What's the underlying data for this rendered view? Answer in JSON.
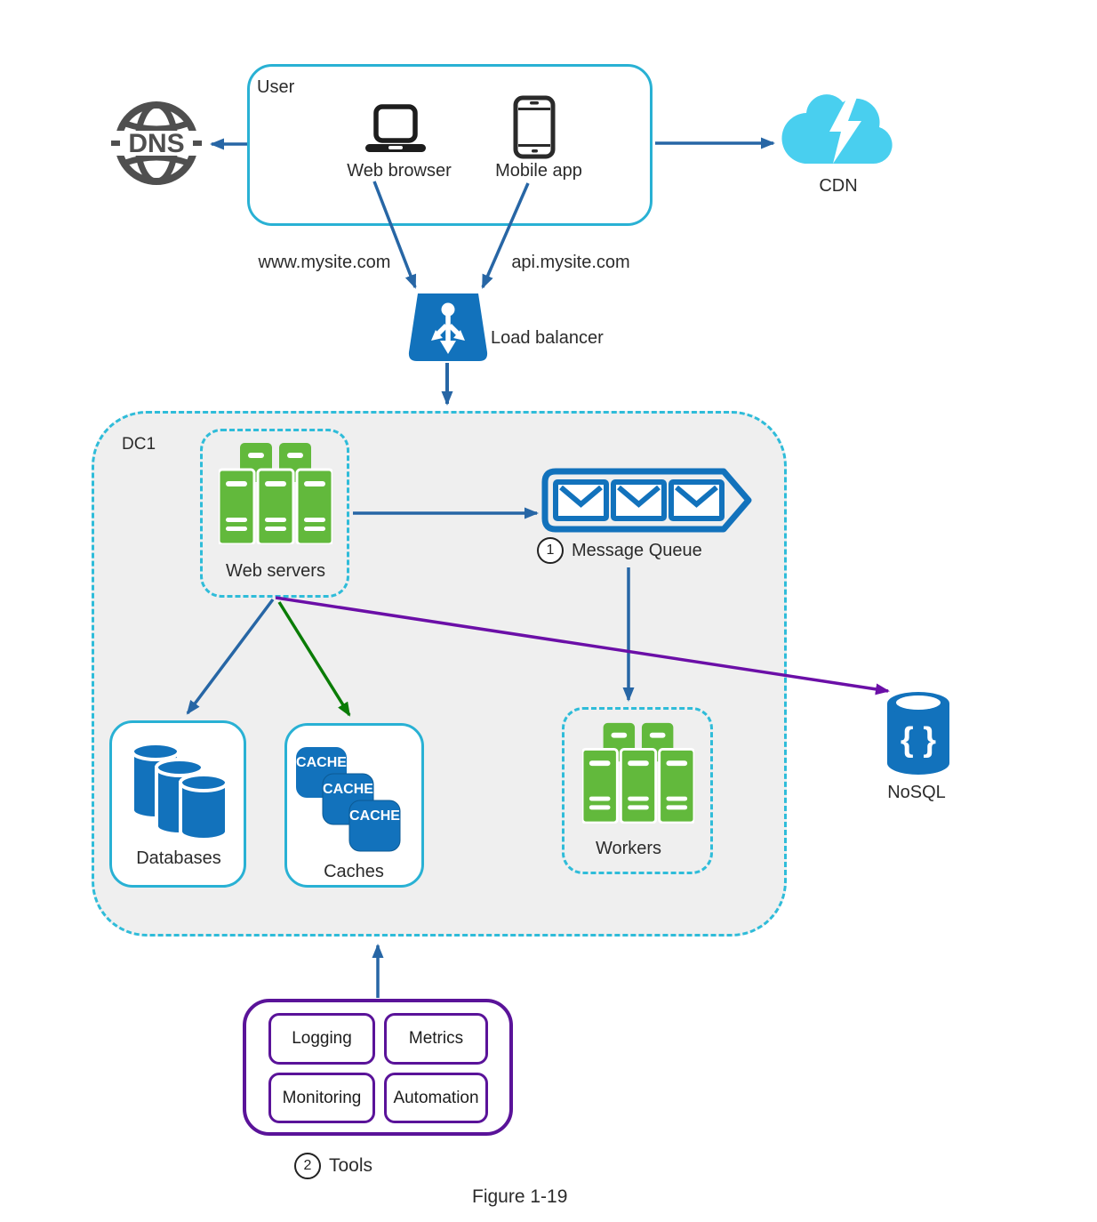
{
  "figure": {
    "caption": "Figure 1-19"
  },
  "colors": {
    "accent_cyan": "#29b1d4",
    "dashed_cyan": "#2fbcd9",
    "icon_blue": "#1272bc",
    "server_green": "#62b93c",
    "arrow_blue": "#2766a5",
    "arrow_green": "#0a7c06",
    "arrow_purple": "#6b0fa7",
    "tools_purple": "#5a1399",
    "cdn_cyan": "#49cfef",
    "dns_gray": "#4f4f4f",
    "dc_fill": "#efefef"
  },
  "dns": {
    "label": "DNS"
  },
  "user": {
    "title": "User",
    "web_browser": "Web browser",
    "mobile_app": "Mobile app"
  },
  "cdn": {
    "label": "CDN"
  },
  "routes": {
    "www": "www.mysite.com",
    "api": "api.mysite.com"
  },
  "load_balancer": {
    "label": "Load balancer"
  },
  "dc1": {
    "label": "DC1"
  },
  "web_servers": {
    "label": "Web servers"
  },
  "message_queue": {
    "badge": "1",
    "label": "Message Queue"
  },
  "workers": {
    "label": "Workers"
  },
  "databases": {
    "label": "Databases"
  },
  "caches": {
    "label": "Caches",
    "cache_text": "CACHE"
  },
  "nosql": {
    "label": "NoSQL",
    "braces": "{ }"
  },
  "tools": {
    "badge": "2",
    "label": "Tools",
    "items": [
      "Logging",
      "Metrics",
      "Monitoring",
      "Automation"
    ]
  }
}
